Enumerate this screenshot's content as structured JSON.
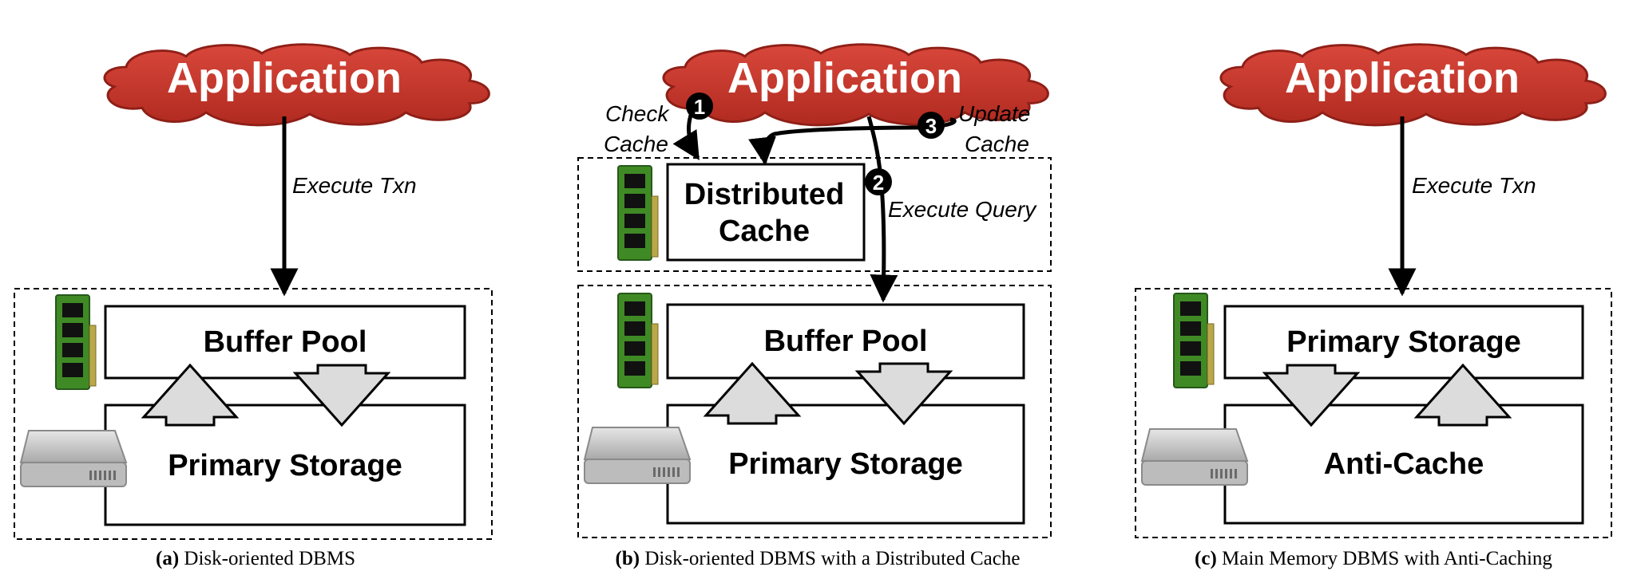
{
  "colors": {
    "cloud_fill": "#c8372d",
    "cloud_stroke": "#8e1f17",
    "ram_green": "#3f8a25",
    "disk_gray": "#b9b9b9",
    "arrow_fill": "#dcdcdc"
  },
  "panels": [
    {
      "id": "a",
      "app": "Application",
      "edge_label": "Execute Txn",
      "top_box": "Buffer Pool",
      "bottom_box": "Primary Storage",
      "caption_letter": "(a)",
      "caption_text": " Disk-oriented DBMS"
    },
    {
      "id": "b",
      "app": "Application",
      "check_l1": "Check",
      "check_l2": "Cache",
      "update_l1": "Update",
      "update_l2": "Cache",
      "exec_query": "Execute Query",
      "cache_l1": "Distributed",
      "cache_l2": "Cache",
      "top_box": "Buffer Pool",
      "bottom_box": "Primary Storage",
      "step1": "1",
      "step2": "2",
      "step3": "3",
      "caption_letter": "(b)",
      "caption_text": " Disk-oriented DBMS with a Distributed Cache"
    },
    {
      "id": "c",
      "app": "Application",
      "edge_label": "Execute Txn",
      "top_box": "Primary Storage",
      "bottom_box": "Anti-Cache",
      "caption_letter": "(c)",
      "caption_text": " Main Memory DBMS with Anti-Caching"
    }
  ]
}
